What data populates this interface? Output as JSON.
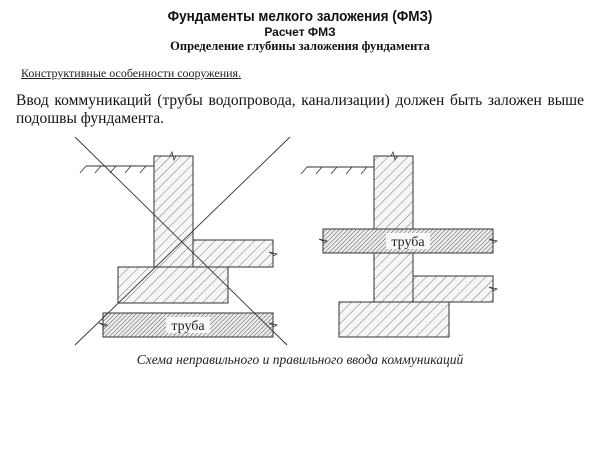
{
  "header": {
    "title": "Фундаменты мелкого заложения (ФМЗ)",
    "subtitle": "Расчет ФМЗ",
    "topic": "Определение глубины заложения фундамента"
  },
  "section": {
    "heading": "Конструктивные особенности сооружения.",
    "body": "Ввод коммуникаций (трубы водопровода, канализации) должен быть заложен выше подошвы фундамента."
  },
  "figure": {
    "caption": "Схема неправильного и правильного ввода коммуникаций",
    "left_diagram": {
      "meaning": "incorrect",
      "crossed_out": true,
      "pipe_label": "труба",
      "pipe_position": "below footing"
    },
    "right_diagram": {
      "meaning": "correct",
      "crossed_out": false,
      "pipe_label": "труба",
      "pipe_position": "above footing, through wall"
    },
    "colors": {
      "line": "#333333",
      "hatch": "#555555",
      "fill": "#f4f4f4"
    }
  }
}
